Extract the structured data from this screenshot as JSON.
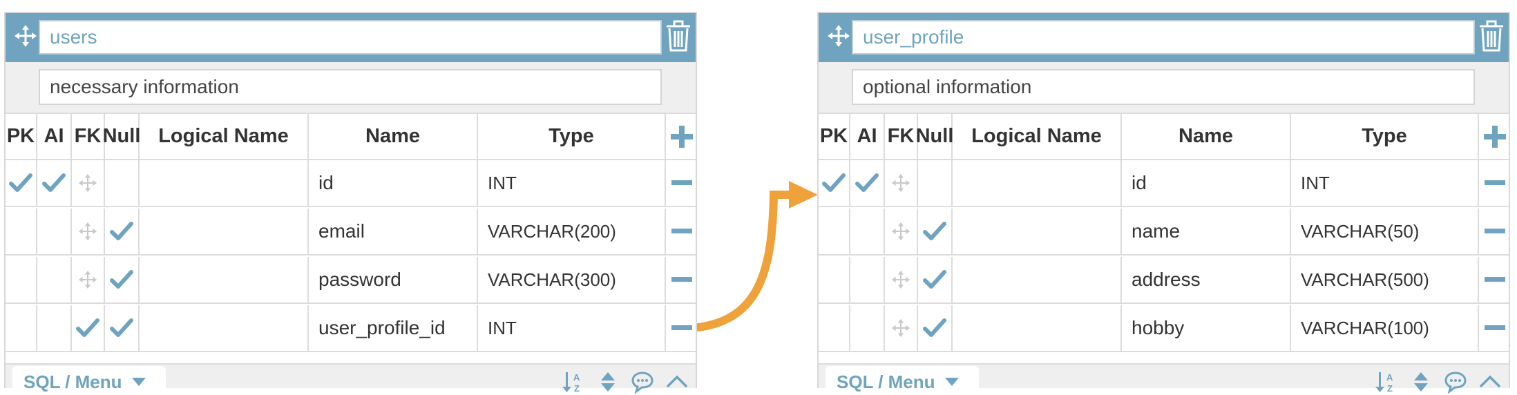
{
  "colors": {
    "accent": "#6fa3bf",
    "border": "#dcdcdc",
    "relation": "#f0a23a"
  },
  "tables": [
    {
      "name": "users",
      "comment": "necessary information",
      "headers": {
        "pk": "PK",
        "ai": "AI",
        "fk": "FK",
        "null": "Null",
        "logical_name": "Logical Name",
        "name": "Name",
        "type": "Type"
      },
      "columns": [
        {
          "pk": true,
          "ai": true,
          "fk": false,
          "null": false,
          "logical_name": "",
          "name": "id",
          "type": "INT"
        },
        {
          "pk": false,
          "ai": false,
          "fk": false,
          "null": true,
          "logical_name": "",
          "name": "email",
          "type": "VARCHAR(200)"
        },
        {
          "pk": false,
          "ai": false,
          "fk": false,
          "null": true,
          "logical_name": "",
          "name": "password",
          "type": "VARCHAR(300)"
        },
        {
          "pk": false,
          "ai": false,
          "fk": true,
          "null": true,
          "logical_name": "",
          "name": "user_profile_id",
          "type": "INT"
        }
      ],
      "footer": {
        "menu_label": "SQL / Menu"
      }
    },
    {
      "name": "user_profile",
      "comment": "optional information",
      "headers": {
        "pk": "PK",
        "ai": "AI",
        "fk": "FK",
        "null": "Null",
        "logical_name": "Logical Name",
        "name": "Name",
        "type": "Type"
      },
      "columns": [
        {
          "pk": true,
          "ai": true,
          "fk": false,
          "null": false,
          "logical_name": "",
          "name": "id",
          "type": "INT"
        },
        {
          "pk": false,
          "ai": false,
          "fk": false,
          "null": true,
          "logical_name": "",
          "name": "name",
          "type": "VARCHAR(50)"
        },
        {
          "pk": false,
          "ai": false,
          "fk": false,
          "null": true,
          "logical_name": "",
          "name": "address",
          "type": "VARCHAR(500)"
        },
        {
          "pk": false,
          "ai": false,
          "fk": false,
          "null": true,
          "logical_name": "",
          "name": "hobby",
          "type": "VARCHAR(100)"
        }
      ],
      "footer": {
        "menu_label": "SQL / Menu"
      }
    }
  ],
  "icons": {
    "move": "move-icon",
    "delete": "trash-icon",
    "add_column": "plus-icon",
    "remove_column": "minus-icon",
    "check": "check-icon",
    "sort": "sort-az-icon",
    "reorder": "up-down-icon",
    "comment": "comment-icon",
    "collapse": "chevron-up-icon",
    "menu_caret": "caret-down-icon"
  }
}
